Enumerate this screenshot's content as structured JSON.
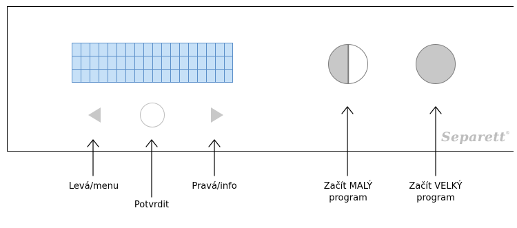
{
  "logo": {
    "text": "Separett",
    "mark": "®"
  },
  "labels": {
    "left": "Levá/menu",
    "confirm": "Potvrdit",
    "right": "Pravá/info",
    "small_line1": "Začít MALÝ",
    "small_line2": "program",
    "big_line1": "Začít VELKÝ",
    "big_line2": "program"
  },
  "icons": {
    "left_button": "triangle-left-icon",
    "confirm_button": "circle-icon",
    "right_button": "triangle-right-icon",
    "small_program_button": "half-circle-icon",
    "big_program_button": "filled-circle-icon"
  },
  "colors": {
    "display_fill": "#c6e0f7",
    "display_grid": "#5b8fc9",
    "button_gray": "#c8c8c8",
    "logo_gray": "#bdbdbd"
  }
}
